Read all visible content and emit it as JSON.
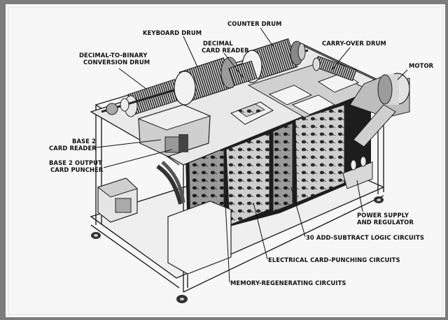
{
  "labels": {
    "counter_drum": "COUNTER DRUM",
    "keyboard_drum": "KEYBOARD DRUM",
    "decimal_card_reader": [
      "DECIMAL",
      "CARD READER"
    ],
    "carry_over_drum": "CARRY-OVER DRUM",
    "decimal_to_binary_drum": [
      "DECIMAL-TO-BINARY",
      "CONVERSION DRUM"
    ],
    "motor": "MOTOR",
    "base2_card_reader": [
      "BASE 2",
      "CARD READER"
    ],
    "base2_output_card_puncher": [
      "BASE 2 OUTPUT",
      "CARD PUNCHER"
    ],
    "power_supply": [
      "POWER SUPPLY",
      "AND REGULATOR"
    ],
    "add_subtract_circuits": "30 ADD-SUBTRACT LOGIC CIRCUITS",
    "card_punching_circuits": "ELECTRICAL CARD-PUNCHING CIRCUITS",
    "memory_regenerating_circuits": "MEMORY-REGENERATING CIRCUITS"
  }
}
